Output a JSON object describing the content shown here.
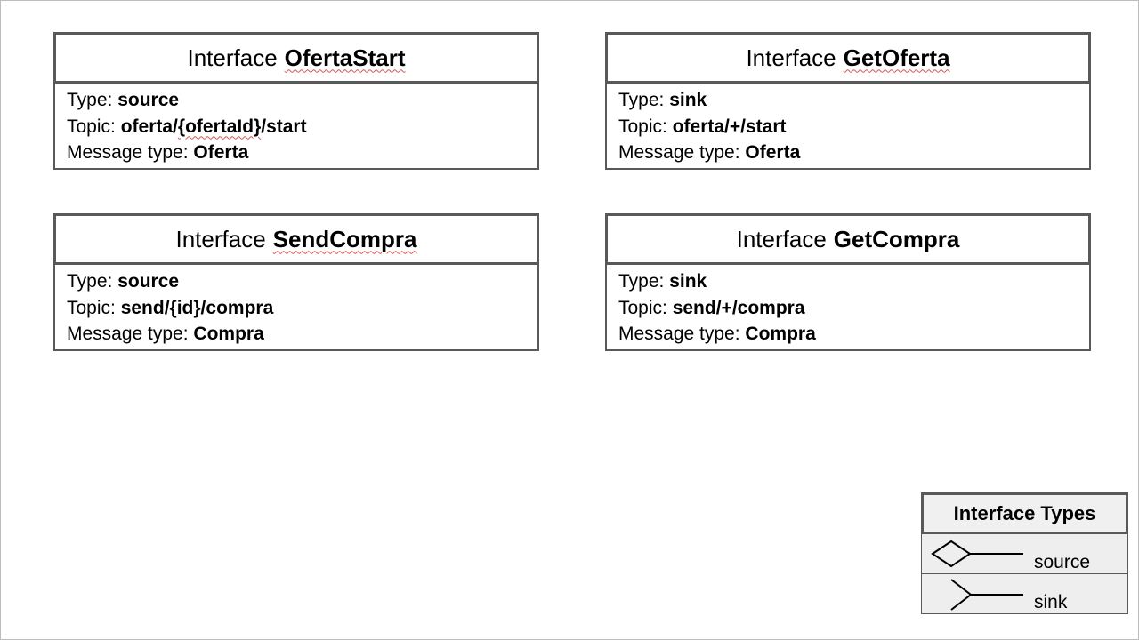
{
  "interfaces": [
    {
      "prefix": "Interface",
      "name": "OfertaStart",
      "type_label": "Type: ",
      "type_value": "source",
      "topic_label": "Topic: ",
      "topic_value_pre": "oferta/",
      "topic_value_mid": "{ofertaId}",
      "topic_value_post": "/start",
      "message_label": "Message type: ",
      "message_value": "Oferta"
    },
    {
      "prefix": "Interface",
      "name": "GetOferta",
      "type_label": "Type: ",
      "type_value": "sink",
      "topic_label": "Topic: ",
      "topic_value": "oferta/+/start",
      "message_label": "Message type: ",
      "message_value": "Oferta"
    },
    {
      "prefix": "Interface",
      "name": "SendCompra",
      "type_label": "Type: ",
      "type_value": "source",
      "topic_label": "Topic: ",
      "topic_value": "send/{id}/compra",
      "message_label": "Message type: ",
      "message_value": "Compra"
    },
    {
      "prefix": "Interface",
      "name": "GetCompra",
      "type_label": "Type: ",
      "type_value": "sink",
      "topic_label": "Topic: ",
      "topic_value": "send/+/compra",
      "message_label": "Message type: ",
      "message_value": "Compra"
    }
  ],
  "legend": {
    "title": "Interface Types",
    "items": [
      {
        "icon": "source-diamond-icon",
        "label": "source"
      },
      {
        "icon": "sink-chevron-icon",
        "label": "sink"
      }
    ]
  },
  "colors": {
    "border": "#595959",
    "spellcheck": "#d9534f",
    "legend_bg": "#eeeeee"
  }
}
